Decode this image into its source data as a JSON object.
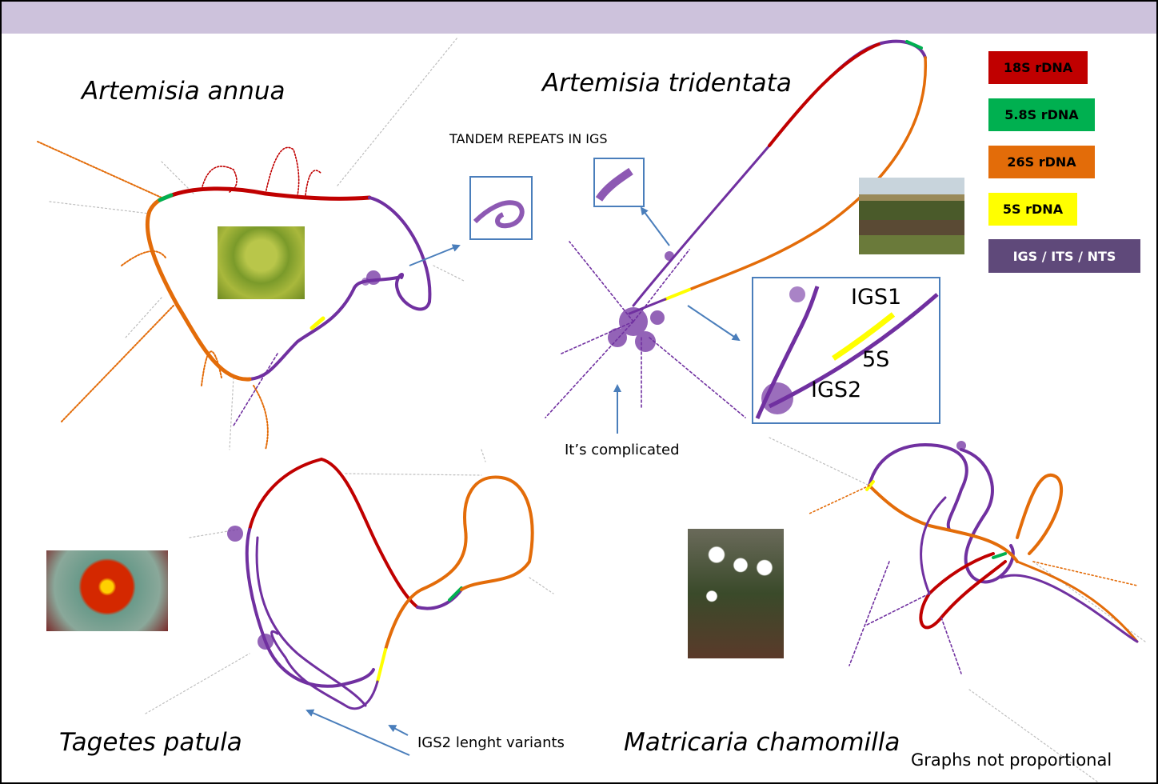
{
  "species": {
    "artemisia_annua": "Artemisia annua",
    "artemisia_tridentata": "Artemisia tridentata",
    "tagetes_patula": "Tagetes patula",
    "matricaria_chamomilla": "Matricaria chamomilla"
  },
  "notes": {
    "tandem_repeats": "TANDEM REPEATS IN IGS",
    "complicated": "It’s complicated",
    "igs2_variants": "IGS2 lenght variants",
    "not_proportional": "Graphs not proportional"
  },
  "zoom_labels": {
    "igs1": "IGS1",
    "five_s": "5S",
    "igs2": "IGS2"
  },
  "legend": [
    {
      "label": "18S rDNA",
      "bg": "#c00000",
      "fg": "#000000"
    },
    {
      "label": "5.8S rDNA",
      "bg": "#00b050",
      "fg": "#000000"
    },
    {
      "label": "26S rDNA",
      "bg": "#e36c09",
      "fg": "#000000"
    },
    {
      "label": "5S rDNA",
      "bg": "#ffff00",
      "fg": "#000000"
    },
    {
      "label": "IGS / ITS / NTS",
      "bg": "#5f497a",
      "fg": "#ffffff"
    }
  ],
  "colors": {
    "header_bar": "#cdc2dc",
    "rdna_18s": "#c00000",
    "rdna_58s": "#00b050",
    "rdna_26s": "#e36c09",
    "rdna_5s": "#ffff00",
    "spacer": "#7030a0",
    "arrow": "#4a7ebb"
  }
}
